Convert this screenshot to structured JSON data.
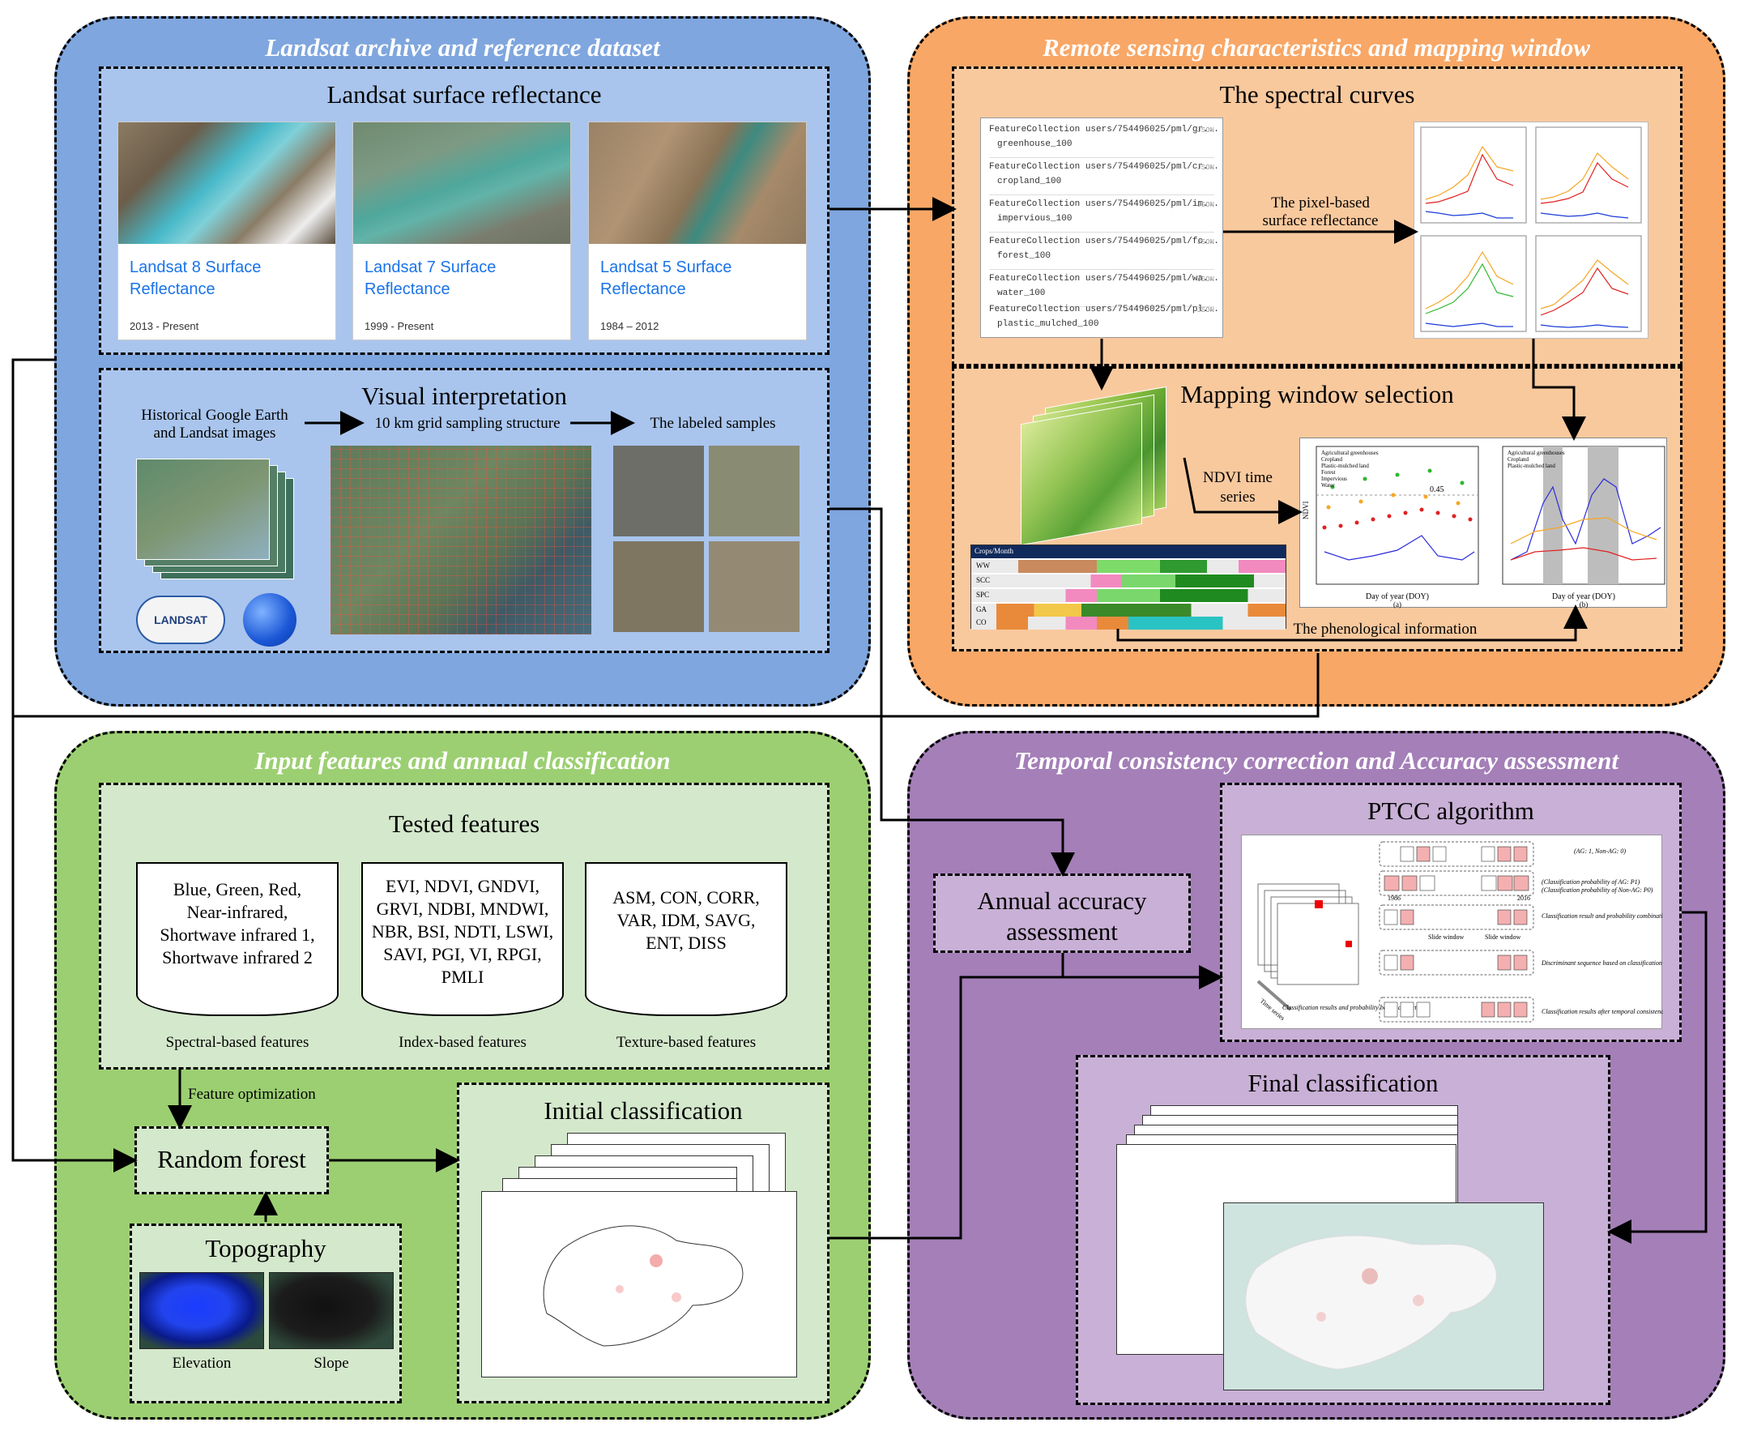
{
  "panels": {
    "landsat": {
      "title": "Landsat archive and reference dataset",
      "reflectance_title": "Landsat surface reflectance",
      "cards": [
        {
          "name": "Landsat 8 Surface Reflectance",
          "years": "2013 - Present"
        },
        {
          "name": "Landsat 7 Surface Reflectance",
          "years": "1999 - Present"
        },
        {
          "name": "Landsat 5 Surface Reflectance",
          "years": "1984 – 2012"
        }
      ],
      "visual_title": "Visual interpretation",
      "historical_label": "Historical Google Earth and Landsat images",
      "grid_label": "10 km grid sampling structure",
      "samples_label": "The labeled samples",
      "logo_text": "LANDSAT"
    },
    "remote": {
      "title": "Remote sensing characteristics and mapping window",
      "spectral_title": "The spectral curves",
      "feature_collections": [
        {
          "path": "FeatureCollection users/754496025/pml/gr...",
          "name": "greenhouse_100"
        },
        {
          "path": "FeatureCollection users/754496025/pml/cr...",
          "name": "cropland_100"
        },
        {
          "path": "FeatureCollection users/754496025/pml/im...",
          "name": "impervious_100"
        },
        {
          "path": "FeatureCollection users/754496025/pml/fo...",
          "name": "forest_100"
        },
        {
          "path": "FeatureCollection users/754496025/pml/wa...",
          "name": "water_100"
        },
        {
          "path": "FeatureCollection users/754496025/pml/pl...",
          "name": "plastic_mulched_100"
        }
      ],
      "json_tag": "JSON",
      "pixel_label": "The pixel-based surface reflectance",
      "mapping_title": "Mapping window selection",
      "ndvi_label": "NDVI time series",
      "pheno_label": "The phenological information",
      "crop_header": "Crops/Month",
      "crops": [
        "WW",
        "SCC",
        "SPC",
        "GA",
        "CO"
      ],
      "chart_legend_a": [
        "Agricultural greenhouses",
        "Cropland",
        "Plastic-mulched land",
        "Forest",
        "Impervious",
        "Water"
      ],
      "chart_legend_b": [
        "Agricultural greenhouses",
        "Cropland",
        "Plastic-mulched land"
      ],
      "chart_xlabel": "Day of year (DOY)",
      "chart_ylabel": "NDVI",
      "chart_a_tag": "(a)",
      "chart_b_tag": "(b)",
      "threshold_label": "0.45"
    },
    "input": {
      "title": "Input features and annual classification",
      "tested_title": "Tested features",
      "spectral_text": "Blue, Green, Red, Near-infrared, Shortwave infrared 1, Shortwave infrared 2",
      "index_text": "EVI, NDVI, GNDVI, GRVI, NDBI, MNDWI, NBR, BSI, NDTI, LSWI, SAVI, PGI, VI, RPGI, PMLI",
      "texture_text": "ASM, CON, CORR, VAR, IDM, SAVG, ENT, DISS",
      "spectral_caption": "Spectral-based features",
      "index_caption": "Index-based features",
      "texture_caption": "Texture-based features",
      "feature_opt_label": "Feature optimization",
      "rf_label": "Random forest",
      "initial_title": "Initial classification",
      "topo_title": "Topography",
      "elevation_label": "Elevation",
      "slope_label": "Slope"
    },
    "temporal": {
      "title": "Temporal consistency correction and Accuracy assessment",
      "accuracy_label": "Annual accuracy assessment",
      "ptcc_title": "PTCC algorithm",
      "final_title": "Final classification",
      "ptcc_notes": {
        "legend": "(AG: 1, Non-AG: 0)",
        "prob_ag": "(Classification probability of AG: P1)",
        "prob_nonag": "(Classification probability of Non-AG: P0)",
        "combo": "Classification result and probability combination sequence",
        "discriminant": "Discriminant sequence based on classification probability",
        "after": "Classification results after temporal consistency correction",
        "before": "Classification results and probability before correction",
        "time_series": "Time series",
        "slide": "Slide window",
        "year_start": "1986",
        "year_end": "2016"
      }
    }
  },
  "colors": {
    "blue_panel": "#7fa6de",
    "blue_inner": "#a9c5ed",
    "orange_panel": "#f8a766",
    "orange_inner": "#f9c99e",
    "green_panel": "#9ccf72",
    "green_inner": "#d4e8cc",
    "purple_panel": "#a47fb8",
    "purple_inner": "#c9b0d6"
  }
}
